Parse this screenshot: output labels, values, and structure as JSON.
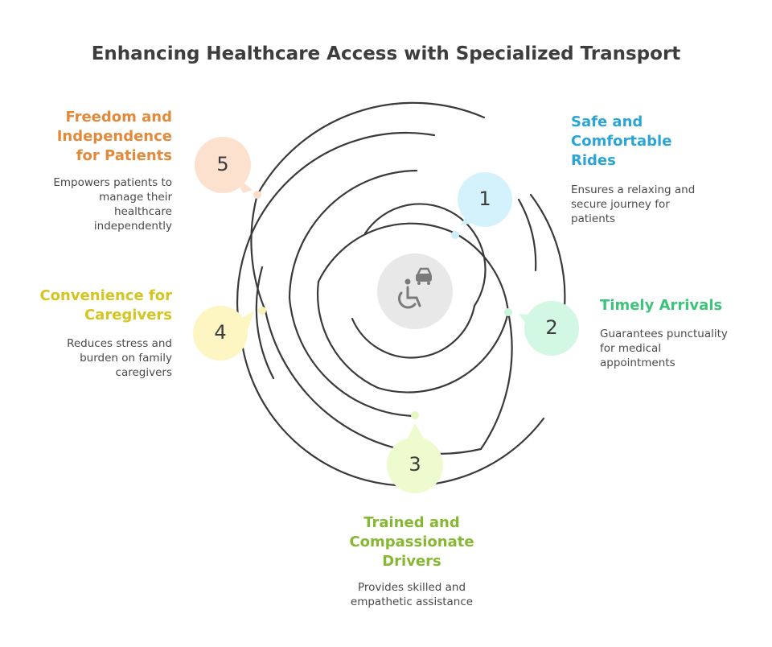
{
  "title": "Enhancing Healthcare Access with Specialized Transport",
  "center_icon": "wheelchair-car-icon",
  "colors": {
    "item1": "#2ba5d6",
    "item2": "#3cc47a",
    "item3": "#86b832",
    "item4": "#d6c41f",
    "item5": "#e38a3a"
  },
  "items": [
    {
      "number": "1",
      "heading_lines": [
        "Safe and",
        "Comfortable",
        "Rides"
      ],
      "desc_lines": [
        "Ensures a relaxing and",
        "secure journey for",
        "patients"
      ]
    },
    {
      "number": "2",
      "heading_lines": [
        "Timely Arrivals"
      ],
      "desc_lines": [
        "Guarantees punctuality",
        "for medical",
        "appointments"
      ]
    },
    {
      "number": "3",
      "heading_lines": [
        "Trained and",
        "Compassionate",
        "Drivers"
      ],
      "desc_lines": [
        "Provides skilled and",
        "empathetic assistance"
      ]
    },
    {
      "number": "4",
      "heading_lines": [
        "Convenience for",
        "Caregivers"
      ],
      "desc_lines": [
        "Reduces stress and",
        "burden on family",
        "caregivers"
      ]
    },
    {
      "number": "5",
      "heading_lines": [
        "Freedom and",
        "Independence",
        "for Patients"
      ],
      "desc_lines": [
        "Empowers patients to",
        "manage their",
        "healthcare",
        "independently"
      ]
    }
  ]
}
